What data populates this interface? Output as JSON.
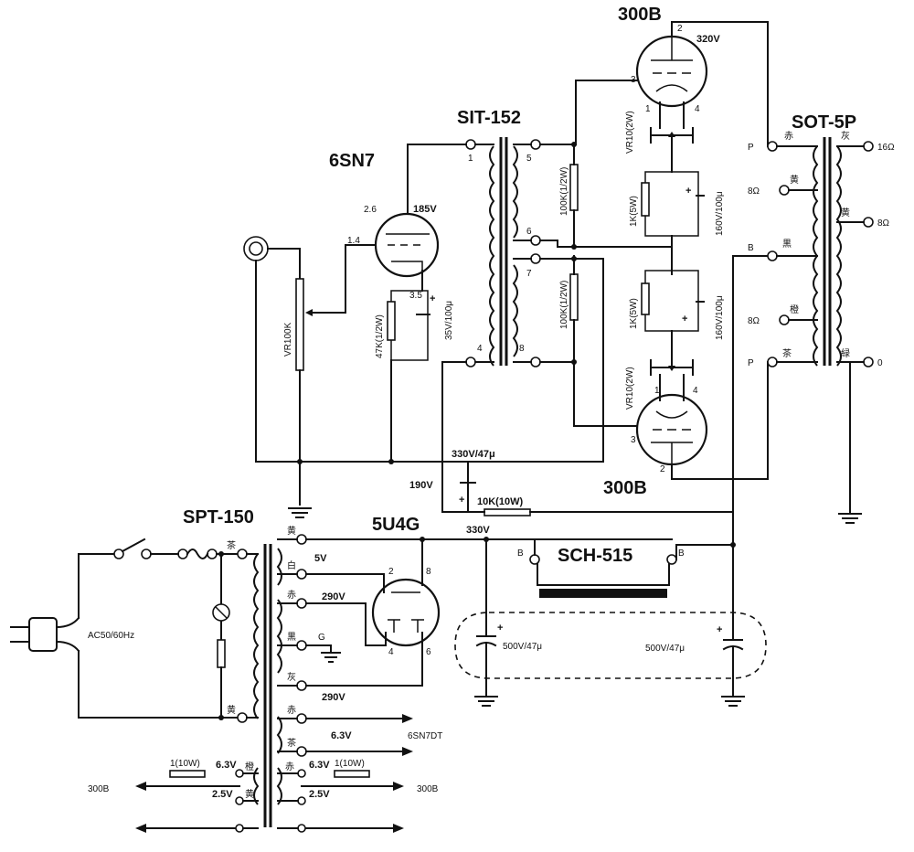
{
  "labels": {
    "tube_300b_top": "300B",
    "tube_300b_bottom": "300B",
    "sit": "SIT-152",
    "sot": "SOT-5P",
    "tube_6sn7": "6SN7",
    "spt": "SPT-150",
    "tube_5u4g": "5U4G",
    "choke": "SCH-515"
  },
  "voltages": {
    "plate_top": "320V",
    "driver_plate": "185V",
    "b_330v_47": "330V/47μ",
    "v190": "190V",
    "r10k": "10K(10W)",
    "v330": "330V",
    "ac_in": "AC50/60Hz",
    "v5": "5V",
    "v290a": "290V",
    "v290b": "290V",
    "filament_63": "6.3V",
    "heater_label": "6SN7DT",
    "fil_left": "6.3V",
    "fil_right": "6.3V",
    "fil_r_left": "1(10W)",
    "fil_r_right": "1(10W)",
    "v25a": "2.5V",
    "v25b": "2.5V",
    "out_300b_l": "300B",
    "out_300b_r": "300B",
    "cap_l": "500V/47μ",
    "cap_r": "500V/47μ",
    "vr_in": "VR100K",
    "r47k": "47K(1/2W)",
    "cap_cath": "35V/100μ",
    "r100k_a": "100K(1/2W)",
    "r100k_b": "100K(1/2W)",
    "r1k_a": "1K(5W)",
    "r1k_b": "1K(5W)",
    "cap_160a": "160V/100μ",
    "cap_160b": "160V/100μ",
    "vr10_a": "VR10(2W)",
    "vr10_b": "VR10(2W)"
  },
  "pins": {
    "sit": [
      "1",
      "5",
      "6",
      "7",
      "8",
      "4"
    ],
    "sot_left": [
      "P",
      "8Ω",
      "B",
      "8Ω",
      "P"
    ],
    "sot_right": [
      "16Ω",
      "8Ω",
      "0"
    ],
    "tube_top": [
      "2",
      "3",
      "1",
      "4"
    ],
    "tube_bot": [
      "1",
      "4",
      "3",
      "2"
    ],
    "d6": [
      "2.6",
      "1.4",
      "3.5"
    ],
    "rect": [
      "2",
      "8",
      "4",
      "6"
    ],
    "center_tap": "G",
    "choke_ends": [
      "B",
      "B"
    ]
  },
  "wire_colors": {
    "sot": [
      "赤",
      "黄",
      "黒",
      "橙",
      "茶",
      "灰",
      "黄",
      "緑"
    ],
    "spt": [
      "黄",
      "白",
      "赤",
      "黒",
      "灰",
      "赤",
      "茶",
      "茶",
      "黄",
      "橙",
      "黄",
      "赤"
    ]
  }
}
